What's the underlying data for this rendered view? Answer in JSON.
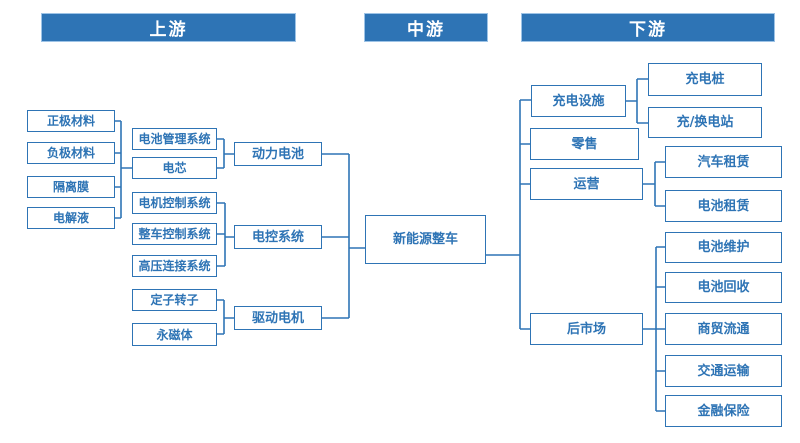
{
  "headers": {
    "upstream": "上游",
    "midstream": "中游",
    "downstream": "下游"
  },
  "colors": {
    "accent": "#2E74B5",
    "banner_fill": "#2E74B5",
    "banner_text": "#FFFFFF",
    "background": "#FFFFFF"
  },
  "nodes": {
    "cathode": "正极材料",
    "anode": "负极材料",
    "separator": "隔离膜",
    "electrolyte": "电解液",
    "bms": "电池管理系统",
    "cell": "电芯",
    "motor_control": "电机控制系统",
    "vehicle_control": "整车控制系统",
    "hv_connection": "高压连接系统",
    "stator_rotor": "定子转子",
    "permanent_magnet": "永磁体",
    "power_battery": "动力电池",
    "e_control": "电控系统",
    "drive_motor": "驱动电机",
    "nev": "新能源整车",
    "charging_facility": "充电设施",
    "retail": "零售",
    "operation": "运营",
    "aftermarket": "后市场",
    "charging_pile": "充电桩",
    "swap_station": "充/换电站",
    "car_rental": "汽车租赁",
    "battery_rental": "电池租赁",
    "battery_maintenance": "电池维护",
    "battery_recycling": "电池回收",
    "commerce": "商贸流通",
    "transportation": "交通运输",
    "finance_insurance": "金融保险"
  }
}
